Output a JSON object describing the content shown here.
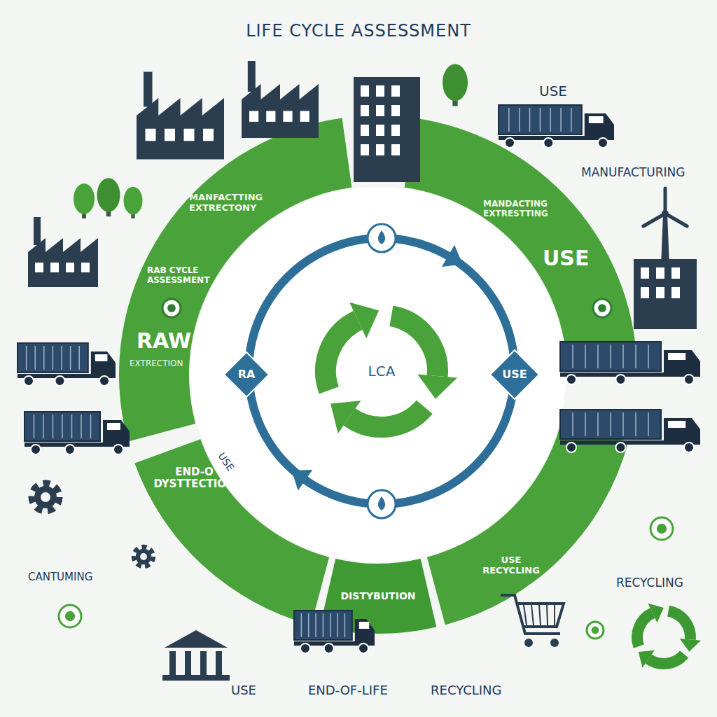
{
  "diagram": {
    "title": "LIFE CYCLE ASSESSMENT",
    "nodes": [
      {
        "text": [
          "MANFACTTING EXTRECTONY",
          "RAB CYCLE ASSESSMENT",
          "RAW",
          "EXTRECTION"
        ]
      },
      {
        "text": [
          "MANDACTING EXTRESTTING",
          "USE"
        ]
      },
      {
        "text": [
          "RA"
        ]
      },
      {
        "text": [
          "LCA"
        ]
      },
      {
        "text": [
          "USE"
        ]
      },
      {
        "text": [
          "END-O DYSTTECTION"
        ]
      },
      {
        "text": [
          "DISTYBUTION"
        ]
      },
      {
        "text": [
          "USE RECYCLING"
        ]
      }
    ],
    "labels": [
      "USE",
      "MANUFACTURING",
      "USE",
      "CANTUMING",
      "RECYCLING",
      "USE",
      "END-OF-LIFE",
      "RECYCLING"
    ]
  }
}
